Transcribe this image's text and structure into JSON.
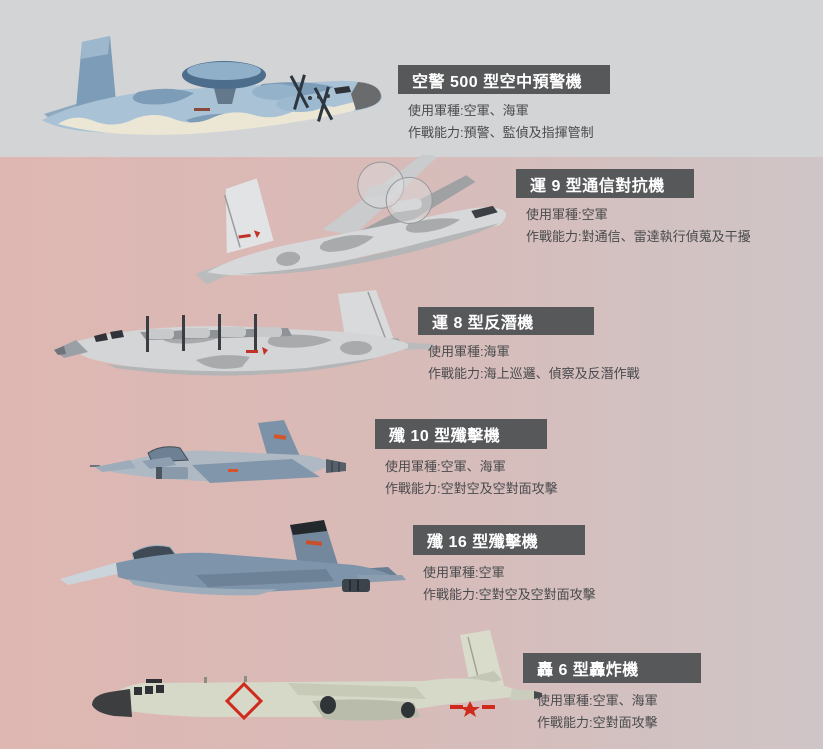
{
  "palette": {
    "bg_top_gray": "#d2d4d6",
    "bg_pink_left": "#dfb7b2",
    "bg_pink_right": "#cfc5c7",
    "title_box_bg": "#57585a",
    "title_text": "#ffffff",
    "body_text": "#4a4b4d",
    "insignia_red": "#d03422"
  },
  "sections": [
    {
      "title": "空警 500 型空中預警機",
      "icon": "kj500-awacs-aircraft-illustration",
      "service": "使用軍種:空軍、海軍",
      "capability": "作戰能力:預警、監偵及指揮管制"
    },
    {
      "title": "運 9 型通信對抗機",
      "icon": "y9-ecm-aircraft-illustration",
      "service": "使用軍種:空軍",
      "capability": "作戰能力:對通信、雷達執行偵蒐及干擾"
    },
    {
      "title": "運 8 型反潛機",
      "icon": "y8-asw-aircraft-illustration",
      "service": "使用軍種:海軍",
      "capability": "作戰能力:海上巡邏、偵察及反潛作戰"
    },
    {
      "title": "殲 10 型殲擊機",
      "icon": "j10-fighter-illustration",
      "service": "使用軍種:空軍、海軍",
      "capability": "作戰能力:空對空及空對面攻擊"
    },
    {
      "title": "殲 16 型殲擊機",
      "icon": "j16-fighter-illustration",
      "service": "使用軍種:空軍",
      "capability": "作戰能力:空對空及空對面攻擊"
    },
    {
      "title": "轟 6 型轟炸機",
      "icon": "h6-bomber-illustration",
      "service": "使用軍種:空軍、海軍",
      "capability": "作戰能力:空對面攻擊"
    }
  ]
}
